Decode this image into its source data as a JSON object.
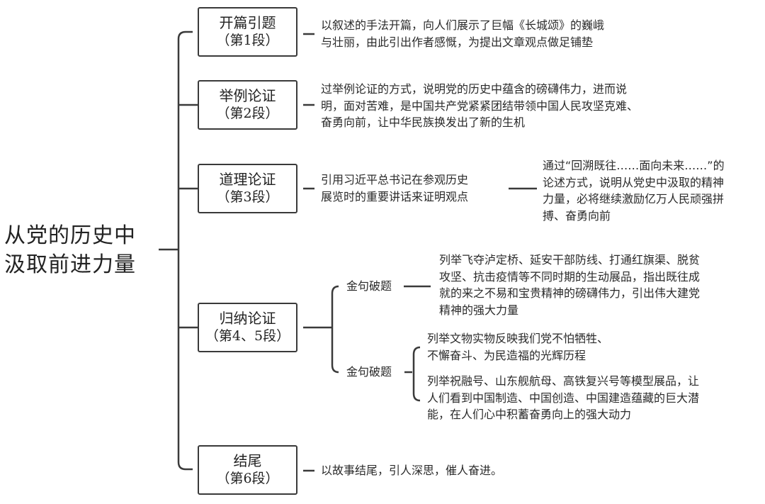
{
  "root": {
    "title": "从党的历史中\n汲取前进力量"
  },
  "sections": [
    {
      "title": "开篇引题",
      "para": "（第1段）",
      "desc": [
        "以叙述的手法开篇，向人们展示了巨幅《长城颂》的巍峨",
        "与壮丽，由此引出作者感慨，为提出文章观点做足铺垫"
      ]
    },
    {
      "title": "举例论证",
      "para": "（第2段）",
      "desc": [
        "过举例论证的方式，说明党的历史中蕴含的磅礴伟力，进而说",
        "明，面对苦难，是中国共产党紧紧团结带领中国人民攻坚克难、",
        "奋勇向前，让中华民族换发出了新的生机"
      ]
    },
    {
      "title": "道理论证",
      "para": "（第3段）",
      "desc": [
        "引用习近平总书记在参观历史",
        "展览时的重要讲话来证明观点"
      ],
      "extra": [
        "通过“回溯既往……面向未来……”的",
        "论述方式，说明从党史中汲取的精神",
        "力量，必将继续激励亿万人民顽强拼",
        "搏、奋勇向前"
      ]
    },
    {
      "title": "归纳论证",
      "para": "（第4、5段）",
      "sub1": {
        "label": "金句破题",
        "desc": [
          "列举飞夺泸定桥、延安干部防线、打通红旗渠、脱贫",
          "攻坚、抗击疫情等不同时期的生动展品，指出既往成",
          "就的来之不易和宝贵精神的磅礴伟力，引出伟大建党",
          "精神的强大力量"
        ]
      },
      "sub2": {
        "label": "金句破题",
        "descA": [
          "列举文物实物反映我们党不怕牺牲、",
          "不懈奋斗、为民造福的光辉历程"
        ],
        "descB": [
          "列举祝融号、山东舰航母、高铁复兴号等模型展品，让",
          "人们看到中国制造、中国创造、中国建造蕴藏的巨大潜",
          "能，在人们心中积蓄奋勇向上的强大动力"
        ]
      }
    },
    {
      "title": "结尾",
      "para": "（第6段）",
      "desc": [
        "以故事结尾，引人深思，催人奋进。"
      ]
    }
  ]
}
